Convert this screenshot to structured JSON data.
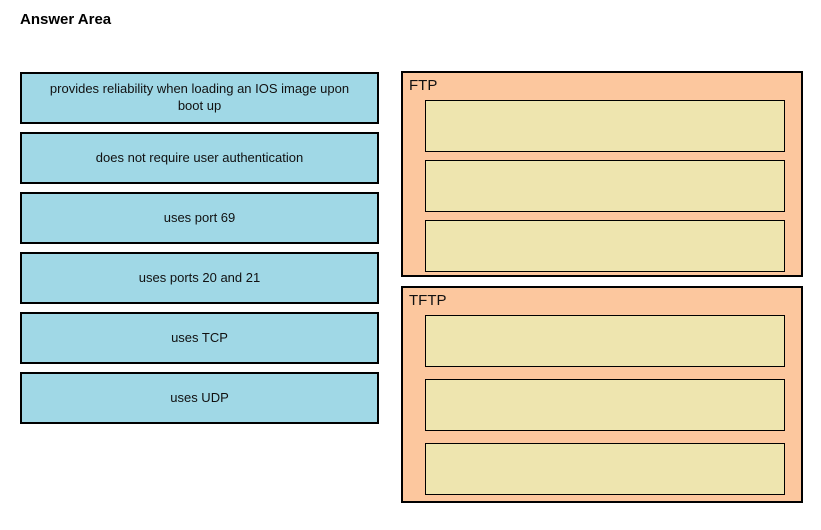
{
  "title": "Answer Area",
  "options": [
    "provides reliability when loading an IOS image upon boot up",
    "does not require user authentication",
    "uses port 69",
    "uses ports 20 and 21",
    "uses TCP",
    "uses UDP"
  ],
  "groups": [
    {
      "label": "FTP",
      "slots": [
        "",
        "",
        ""
      ]
    },
    {
      "label": "TFTP",
      "slots": [
        "",
        "",
        ""
      ]
    }
  ],
  "colors": {
    "option_fill": "#a0d8e6",
    "group_fill": "#fcc79e",
    "slot_fill": "#eee5af",
    "border": "#000000",
    "text": "#111111"
  }
}
